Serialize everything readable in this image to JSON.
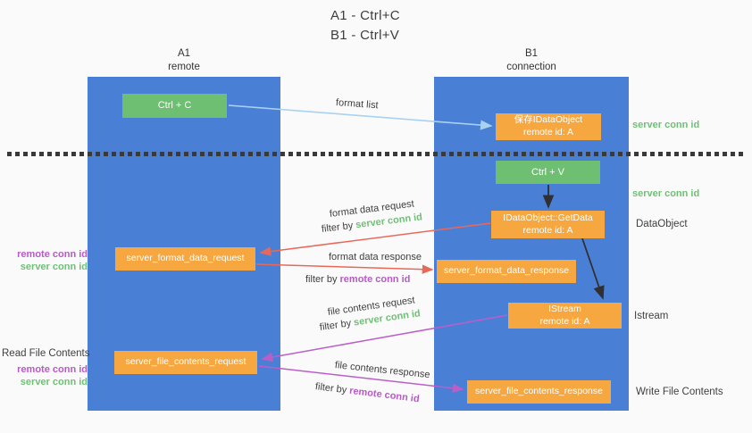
{
  "title": {
    "line1": "A1 - Ctrl+C",
    "line2": "B1 - Ctrl+V"
  },
  "columns": {
    "a": {
      "name": "A1",
      "subtitle": "remote"
    },
    "b": {
      "name": "B1",
      "subtitle": "connection"
    }
  },
  "nodes": {
    "ctrl_c": {
      "label": "Ctrl + C"
    },
    "ctrl_v": {
      "label": "Ctrl + V"
    },
    "save_idataobject": {
      "line1": "保存IDataObject",
      "line2": "remote id: A"
    },
    "getdata": {
      "line1": "IDataObject::GetData",
      "line2": "remote id: A"
    },
    "istream": {
      "line1": "IStream",
      "line2": "remote id: A"
    },
    "server_format_data_request": {
      "label": "server_format_data_request"
    },
    "server_format_data_response": {
      "label": "server_format_data_response"
    },
    "server_file_contents_request": {
      "label": "server_file_contents_request"
    },
    "server_file_contents_response": {
      "label": "server_file_contents_response"
    }
  },
  "right_labels": {
    "server_conn_id_top": "server conn id",
    "server_conn_id_mid": "server conn id",
    "dataobject": "DataObject",
    "istream": "Istream",
    "write_file_contents": "Write File Contents"
  },
  "left_labels": {
    "remote_conn_id_1": "remote conn id",
    "server_conn_id_1": "server conn id",
    "read_file_contents": "Read File Contents",
    "remote_conn_id_2": "remote conn id",
    "server_conn_id_2": "server conn id"
  },
  "arrows": {
    "format_list": {
      "label": "format list"
    },
    "format_data_request": {
      "label": "format data request",
      "filter_prefix": "filter by ",
      "filter_key": "server conn id"
    },
    "format_data_response": {
      "label": "format data response",
      "filter_prefix": "filter by ",
      "filter_key": "remote conn id"
    },
    "file_contents_request": {
      "label": "file contents request",
      "filter_prefix": "filter by ",
      "filter_key": "server conn id"
    },
    "file_contents_response": {
      "label": "file contents response",
      "filter_prefix": "filter by ",
      "filter_key": "remote conn id"
    }
  },
  "colors": {
    "column_blue": "#4a7fd6",
    "node_green": "#6fbf72",
    "node_orange": "#f7a73f",
    "arrow_red": "#e8695a",
    "arrow_purple": "#bb5fc8",
    "arrow_light_blue": "#a9d2f0",
    "arrow_black": "#303030",
    "text_green": "#6fc076",
    "text_purple": "#b65bc6",
    "background": "#fafafa"
  }
}
